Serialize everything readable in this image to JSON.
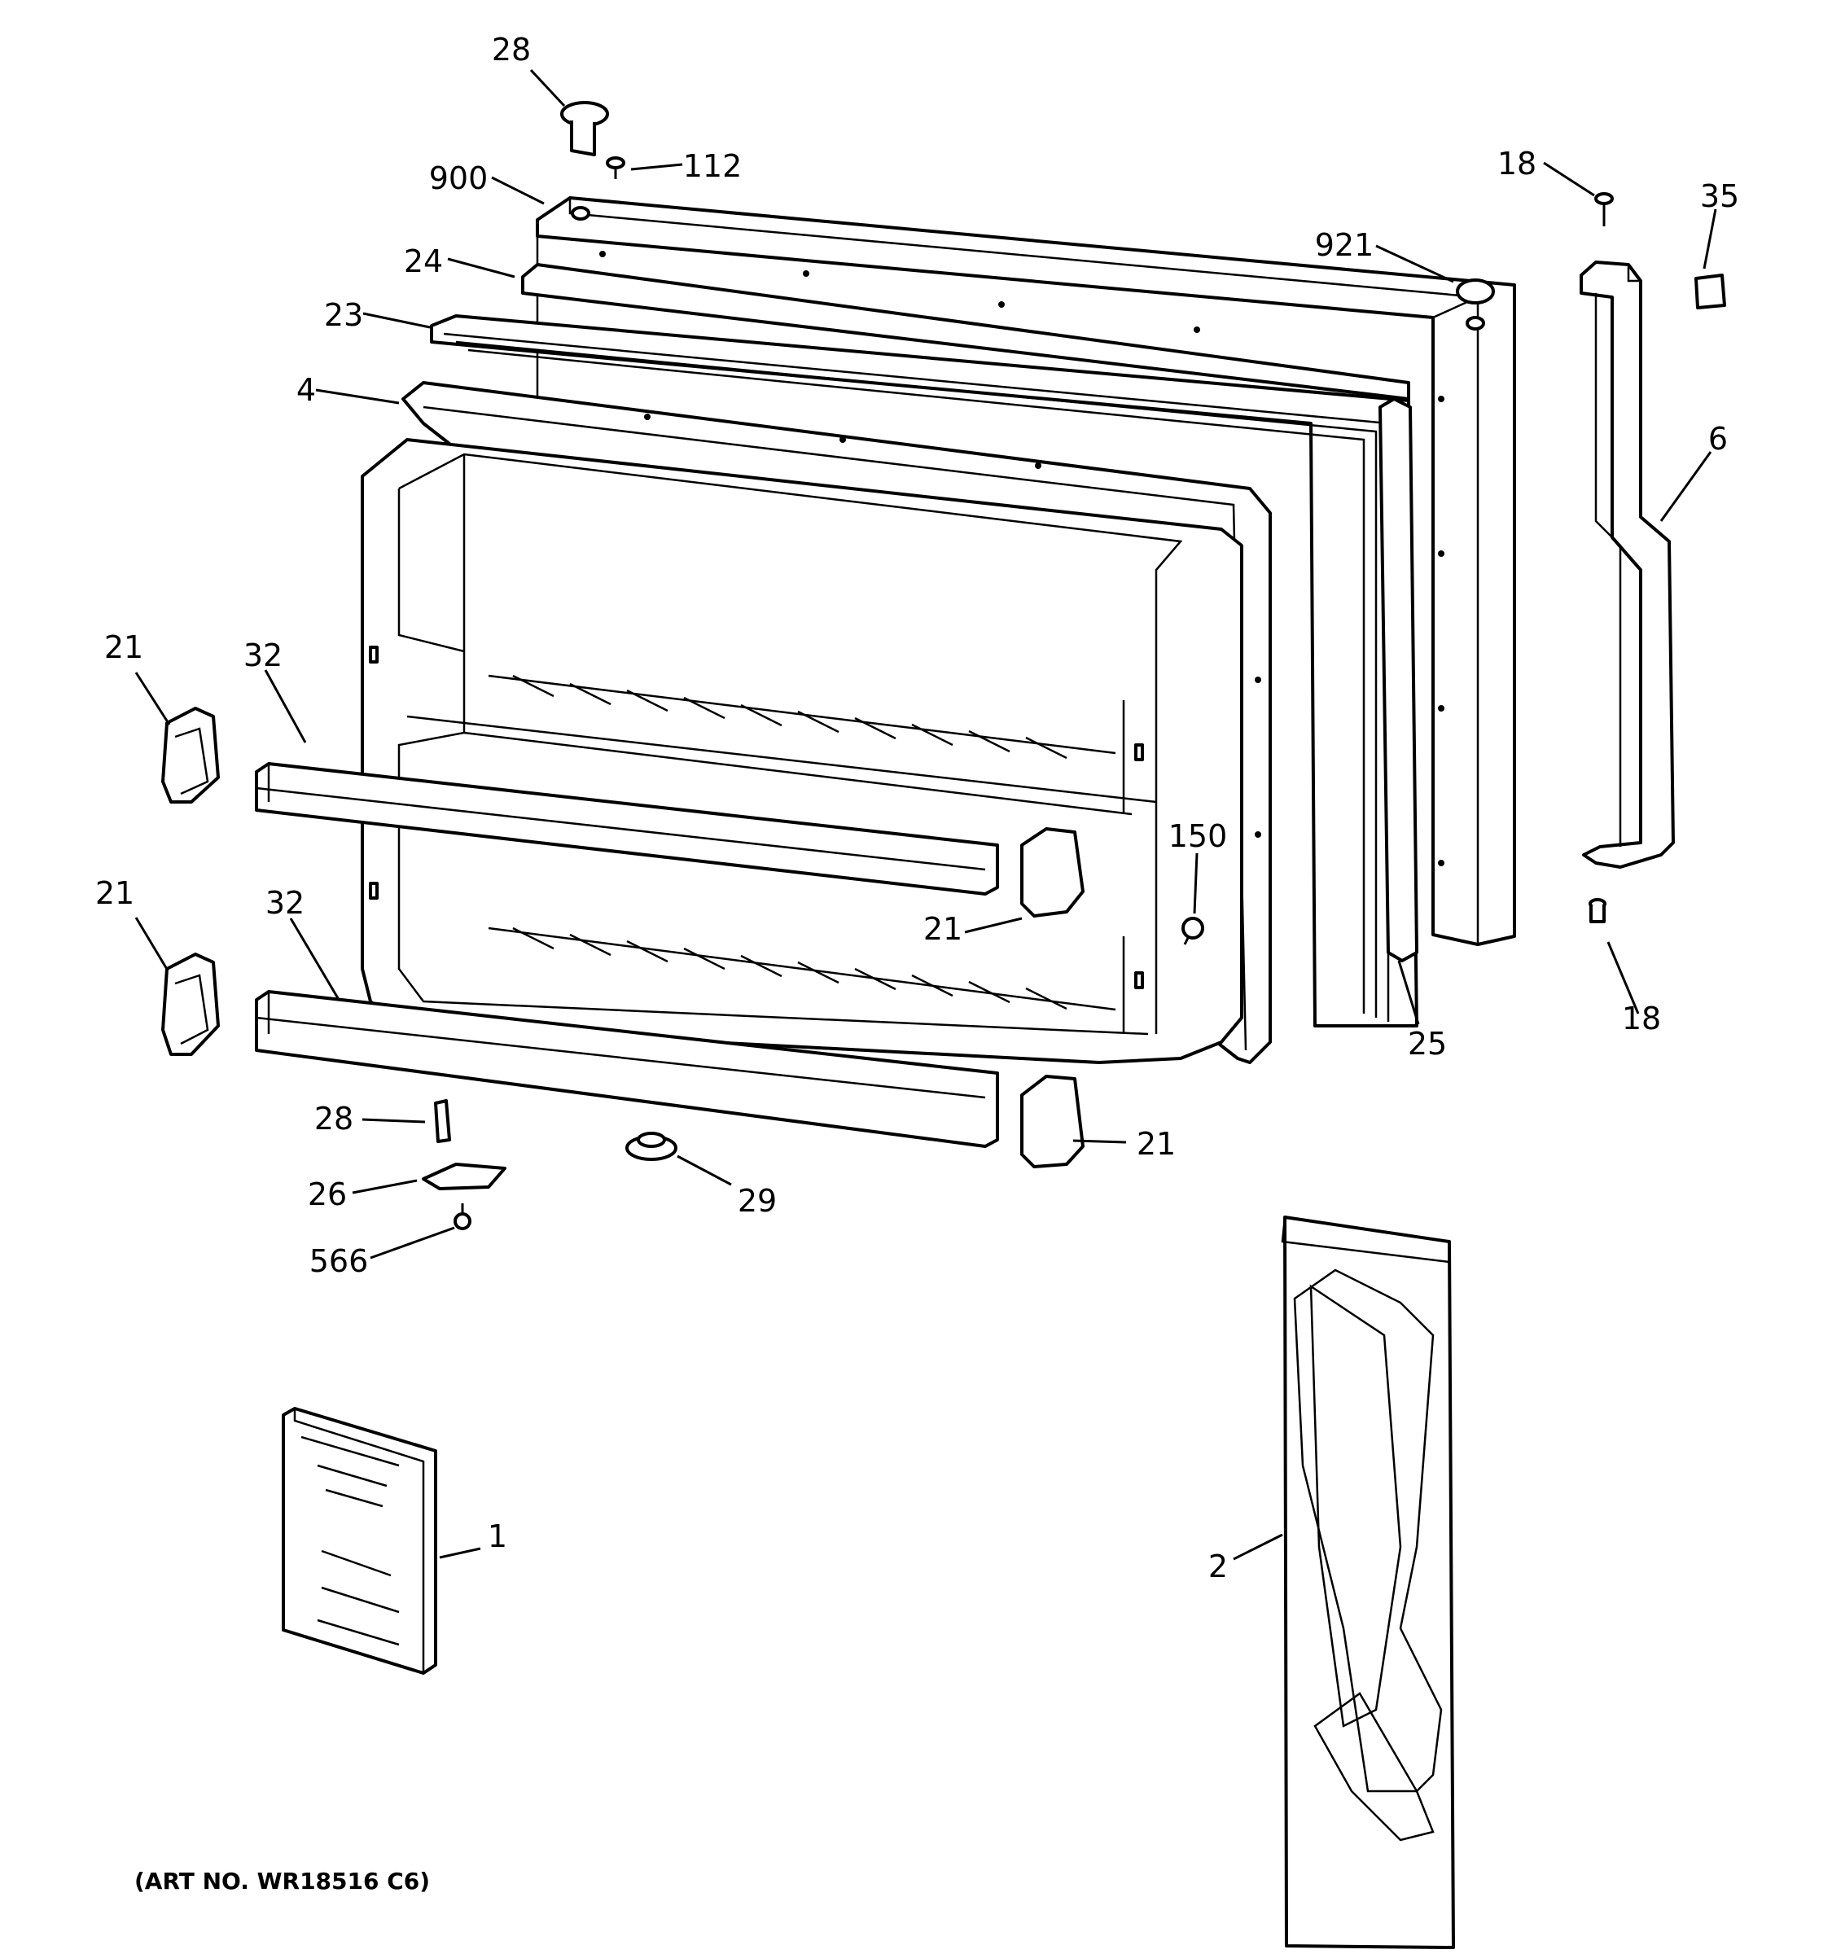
{
  "callouts": [
    "28",
    "112",
    "900",
    "24",
    "23",
    "4",
    "921",
    "18",
    "35",
    "6",
    "21",
    "32",
    "21",
    "32",
    "150",
    "21",
    "25",
    "18",
    "28",
    "26",
    "566",
    "29",
    "21",
    "1",
    "2"
  ],
  "art_number": "(ART NO. WR18516 C6)"
}
